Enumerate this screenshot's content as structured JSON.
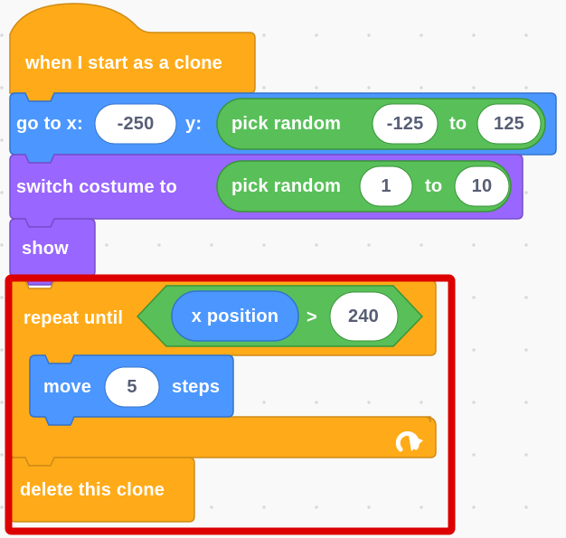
{
  "app": {
    "name": "Scratch script workspace"
  },
  "colors": {
    "background": "#F9F9F9",
    "motion": "#4C97FF",
    "looks": "#9966FF",
    "control": "#FFAB19",
    "operators": "#59C059",
    "input_text": "#575E75",
    "annotation_red": "#DC0000"
  },
  "blocks": {
    "when_i_start_as_a_clone": {
      "label": "when I start as a clone"
    },
    "go_to_xy": {
      "label_go_to_x": "go to x:",
      "x_value": "-250",
      "label_y": "y:",
      "pick_random": {
        "label": "pick random",
        "from": "-125",
        "to_label": "to",
        "to": "125"
      }
    },
    "switch_costume": {
      "label": "switch costume to",
      "pick_random": {
        "label": "pick random",
        "from": "1",
        "to_label": "to",
        "to": "10"
      }
    },
    "show": {
      "label": "show"
    },
    "repeat_until": {
      "label": "repeat until",
      "condition": {
        "reporter": "x position",
        "operator": ">",
        "value": "240"
      }
    },
    "move": {
      "label_move": "move",
      "steps_value": "5",
      "label_steps": "steps"
    },
    "delete_this_clone": {
      "label": "delete this clone"
    }
  },
  "annotation": {
    "shape": "rectangle",
    "color": "#DC0000",
    "highlighted_blocks": [
      "repeat_until",
      "move",
      "delete_this_clone"
    ]
  }
}
